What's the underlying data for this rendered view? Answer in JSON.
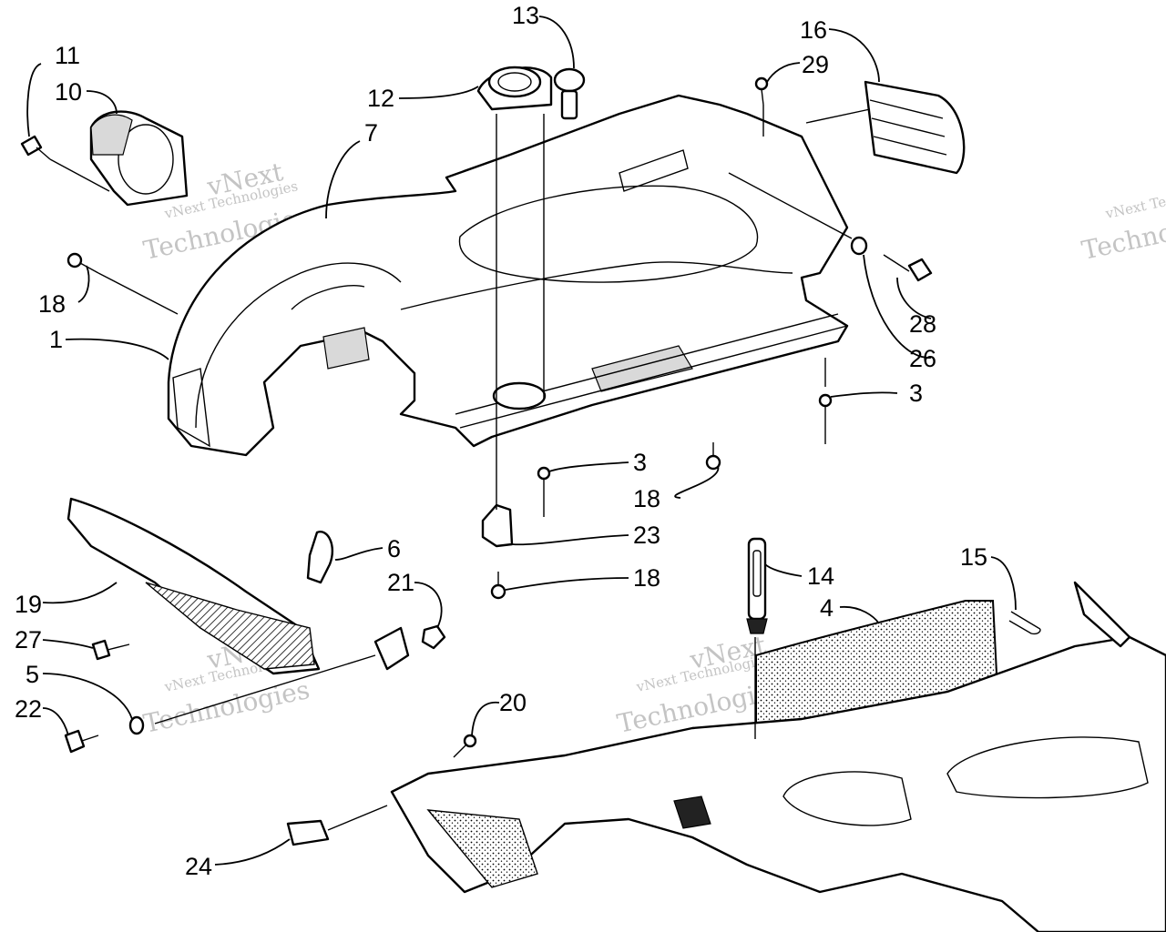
{
  "callouts": {
    "c1": "1",
    "c3a": "3",
    "c3b": "3",
    "c4": "4",
    "c5": "5",
    "c6": "6",
    "c7": "7",
    "c10": "10",
    "c11": "11",
    "c12": "12",
    "c13": "13",
    "c14": "14",
    "c15": "15",
    "c16": "16",
    "c18a": "18",
    "c18b": "18",
    "c18c": "18",
    "c19": "19",
    "c20": "20",
    "c21": "21",
    "c22": "22",
    "c23": "23",
    "c24": "24",
    "c26": "26",
    "c27": "27",
    "c28": "28",
    "c29": "29"
  },
  "watermark": {
    "brand": "vNext Technologies",
    "brand_line1": "vNext",
    "brand_line2": "Technologies"
  }
}
